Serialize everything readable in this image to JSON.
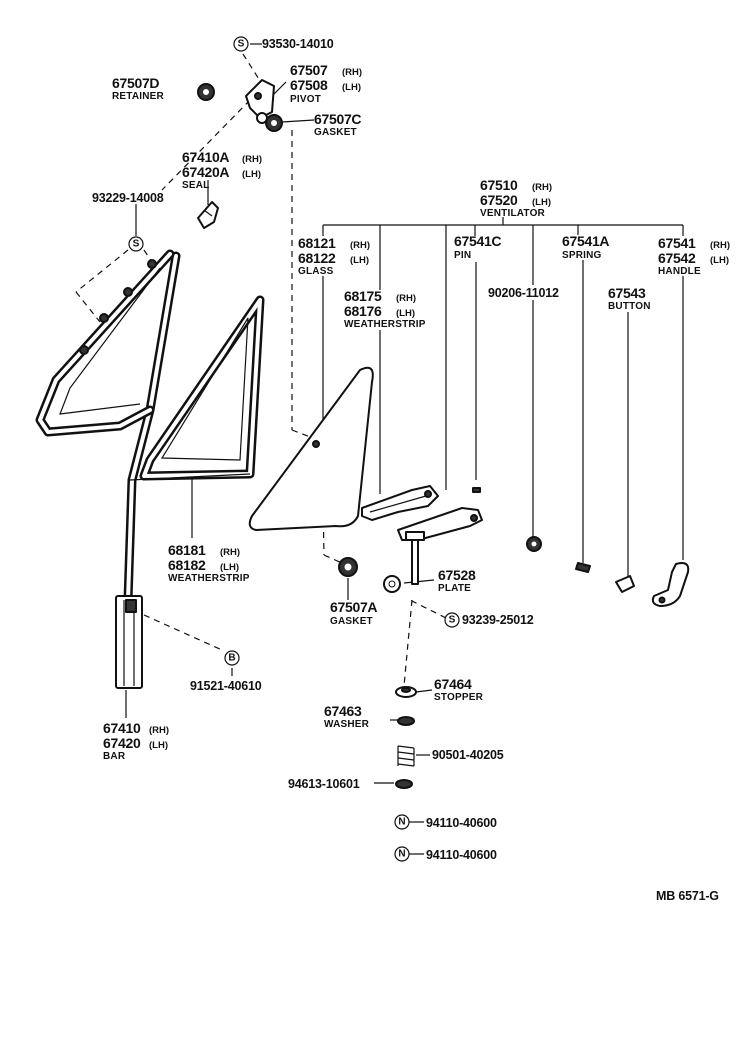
{
  "diagram_code": "MB  6571-G",
  "labels": {
    "p93530": {
      "pn": "93530-14010",
      "marker": "S"
    },
    "p67507": {
      "pn1": "67507",
      "side1": "(RH)",
      "pn2": "67508",
      "side2": "(LH)",
      "name": "PIVOT"
    },
    "p67507D": {
      "pn": "67507D",
      "name": "RETAINER"
    },
    "p67507C": {
      "pn": "67507C",
      "name": "GASKET"
    },
    "p67410A": {
      "pn1": "67410A",
      "side1": "(RH)",
      "pn2": "67420A",
      "side2": "(LH)",
      "name": "SEAL"
    },
    "p93229": {
      "pn": "93229-14008",
      "marker": "S"
    },
    "p67510": {
      "pn1": "67510",
      "side1": "(RH)",
      "pn2": "67520",
      "side2": "(LH)",
      "name": "VENTILATOR"
    },
    "p68121": {
      "pn1": "68121",
      "side1": "(RH)",
      "pn2": "68122",
      "side2": "(LH)",
      "name": "GLASS"
    },
    "p67541C": {
      "pn": "67541C",
      "name": "PIN"
    },
    "p67541A": {
      "pn": "67541A",
      "name": "SPRING"
    },
    "p67541": {
      "pn1": "67541",
      "side1": "(RH)",
      "pn2": "67542",
      "side2": "(LH)",
      "name": "HANDLE"
    },
    "p68175": {
      "pn1": "68175",
      "side1": "(RH)",
      "pn2": "68176",
      "side2": "(LH)",
      "name": "WEATHERSTRIP"
    },
    "p90206": {
      "pn": "90206-11012"
    },
    "p67543": {
      "pn": "67543",
      "name": "BUTTON"
    },
    "p68181": {
      "pn1": "68181",
      "side1": "(RH)",
      "pn2": "68182",
      "side2": "(LH)",
      "name": "WEATHERSTRIP"
    },
    "p67507A": {
      "pn": "67507A",
      "name": "GASKET"
    },
    "p67528": {
      "pn": "67528",
      "name": "PLATE"
    },
    "p93239": {
      "pn": "93239-25012",
      "marker": "S"
    },
    "p91521": {
      "pn": "91521-40610",
      "marker": "B"
    },
    "p67410": {
      "pn1": "67410",
      "side1": "(RH)",
      "pn2": "67420",
      "side2": "(LH)",
      "name": "BAR"
    },
    "p67464": {
      "pn": "67464",
      "name": "STOPPER"
    },
    "p67463": {
      "pn": "67463",
      "name": "WASHER"
    },
    "p90501": {
      "pn": "90501-40205"
    },
    "p94613": {
      "pn": "94613-10601"
    },
    "p94110a": {
      "pn": "94110-40600",
      "marker": "N"
    },
    "p94110b": {
      "pn": "94110-40600",
      "marker": "N"
    }
  }
}
